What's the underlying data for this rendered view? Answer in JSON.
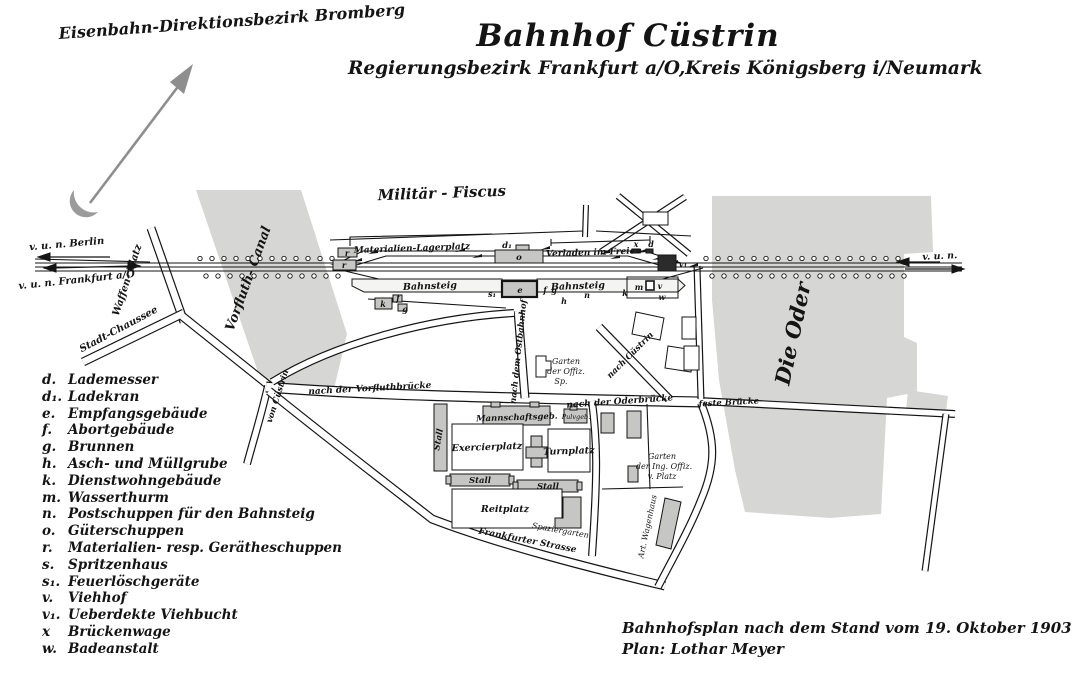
{
  "header": {
    "region_label": "Eisenbahn-Direktionsbezirk Bromberg",
    "title": "Bahnhof Cüstrin",
    "subtitle": "Regierungsbezirk Frankfurt a/O,Kreis Königsberg i/Neumark"
  },
  "credits": {
    "line1": "Bahnhofsplan nach dem Stand vom 19. Oktober 1903",
    "line2": "Plan: Lothar Meyer"
  },
  "legend": {
    "items": [
      {
        "key": "d.",
        "label": "Lademesser"
      },
      {
        "key": "d₁.",
        "label": "Ladekran"
      },
      {
        "key": "e.",
        "label": "Empfangsgebäude"
      },
      {
        "key": "f.",
        "label": "Abortgebäude"
      },
      {
        "key": "g.",
        "label": "Brunnen"
      },
      {
        "key": "h.",
        "label": "Asch- und Müllgrube"
      },
      {
        "key": "k.",
        "label": "Dienstwohngebäude"
      },
      {
        "key": "m.",
        "label": "Wasserthurm"
      },
      {
        "key": "n.",
        "label": "Postschuppen für den Bahnsteig"
      },
      {
        "key": "o.",
        "label": "Güterschuppen"
      },
      {
        "key": "r.",
        "label": "Materialien- resp. Gerätheschuppen"
      },
      {
        "key": "s.",
        "label": "Spritzenhaus"
      },
      {
        "key": "s₁.",
        "label": "Feuerlöschgeräte"
      },
      {
        "key": "v.",
        "label": "Viehhof"
      },
      {
        "key": "v₁.",
        "label": "Ueberdekte Viehbucht"
      },
      {
        "key": "x",
        "label": "Brückenwage"
      },
      {
        "key": "w.",
        "label": "Badeanstalt"
      }
    ]
  },
  "map": {
    "areas": {
      "canal": "Vorfluth- Canal",
      "river": "Die Oder",
      "military_district": "Militär - Fiscus"
    },
    "rail": {
      "to_berlin": "v. u. n. Berlin",
      "to_frankfurt": "v. u. n. Frankfurt a/O",
      "to_east": "v. u. n.",
      "platform_left": "Bahnsteig",
      "platform_right": "Bahnsteig",
      "loading_area": "Materialien-Lagerplatz",
      "open_loading": "Verladen im Freien"
    },
    "roads": {
      "waffen_platz": "Waffen- Platz",
      "stadt_chaussee": "Stadt-Chaussee",
      "von_cuestrin": "von Cüstrin",
      "nach_vorfluthbruecke": "nach der Vorfluthbrücke",
      "nach_ostbahnhof": "nach dem Ostbahnhof",
      "nach_oderbruecke": "nach der Oderbrücke",
      "nach_cuestrin": "nach Cüstrin",
      "feste_bruecke": "feste Brücke",
      "frankfurter_strasse": "Frankfurter Strasse"
    },
    "places": {
      "mannschaftsgeb": "Mannschaftsgeb.",
      "pulvgeb": "Pulvgeb.",
      "exercierplatz": "Exercierplatz",
      "turnplatz": "Turnplatz",
      "stall_a": "Stall",
      "stall_b": "Stall",
      "stall_c": "Stall",
      "reitplatz": "Reitplatz",
      "spaziergarten": "Spaziergarten",
      "garten_offiz_1": "Garten",
      "garten_offiz_2": "der Offiz.",
      "garten_offiz_3": "Sp.",
      "garten_ing_1": "Garten",
      "garten_ing_2": "der Ing. Offiz.",
      "garten_ing_3": "v. Platz",
      "art_wagenhaus": "Art. Wagenhaus"
    },
    "markers": {
      "d1": "d₁",
      "o": "o",
      "e": "e",
      "s1": "s₁",
      "x": "x",
      "d": "d",
      "m": "m",
      "v": "v",
      "w": "w",
      "v1": "v₁",
      "r1": "r",
      "r2": "r",
      "k1": "k",
      "f1": "f",
      "g1": "g",
      "f2": "f",
      "g2": "g",
      "h1": "h",
      "n1": "n",
      "k2": "k"
    },
    "colors": {
      "water": "#d6d6d4",
      "building": "#c6c6c4",
      "building_dark": "#2b2b2b",
      "ink": "#141414",
      "compass": "#8e8e8e"
    }
  }
}
